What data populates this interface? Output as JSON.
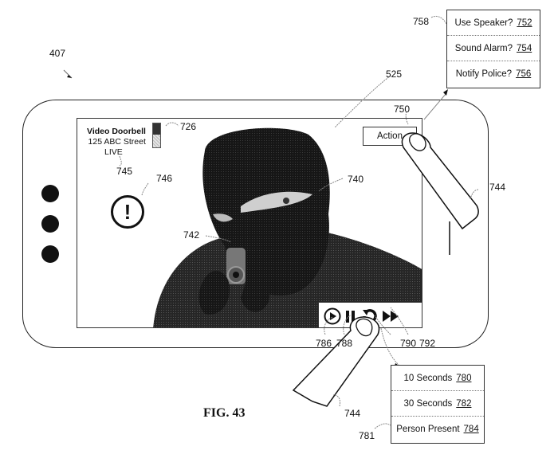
{
  "figure": {
    "label": "FIG. 43",
    "ref_device": "407",
    "ref_screen": "525"
  },
  "device": {
    "hardware_buttons": 3
  },
  "screen": {
    "camera_name": "Video Doorbell",
    "camera_address": "125 ABC Street",
    "status": "LIVE",
    "action_label": "Action",
    "refs": {
      "thumbnail": "726",
      "live": "745",
      "alert": "746",
      "person": "740",
      "weapon": "742",
      "action": "750",
      "finger": "744",
      "play": "786",
      "pause": "788",
      "replay": "790",
      "fast_forward": "792"
    },
    "icons": {
      "alert": "exclamation-circle-icon",
      "play": "play-circle-icon",
      "pause": "pause-icon",
      "replay": "replay-icon",
      "fast_forward": "fast-forward-icon"
    }
  },
  "action_menu": {
    "ref": "758",
    "items": [
      {
        "label": "Use Speaker?",
        "ref": "752"
      },
      {
        "label": "Sound Alarm?",
        "ref": "754"
      },
      {
        "label": "Notify Police?",
        "ref": "756"
      }
    ]
  },
  "replay_menu": {
    "ref": "781",
    "items": [
      {
        "label": "10 Seconds",
        "ref": "780"
      },
      {
        "label": "30 Seconds",
        "ref": "782"
      },
      {
        "label": "Person Present",
        "ref": "784"
      }
    ]
  }
}
